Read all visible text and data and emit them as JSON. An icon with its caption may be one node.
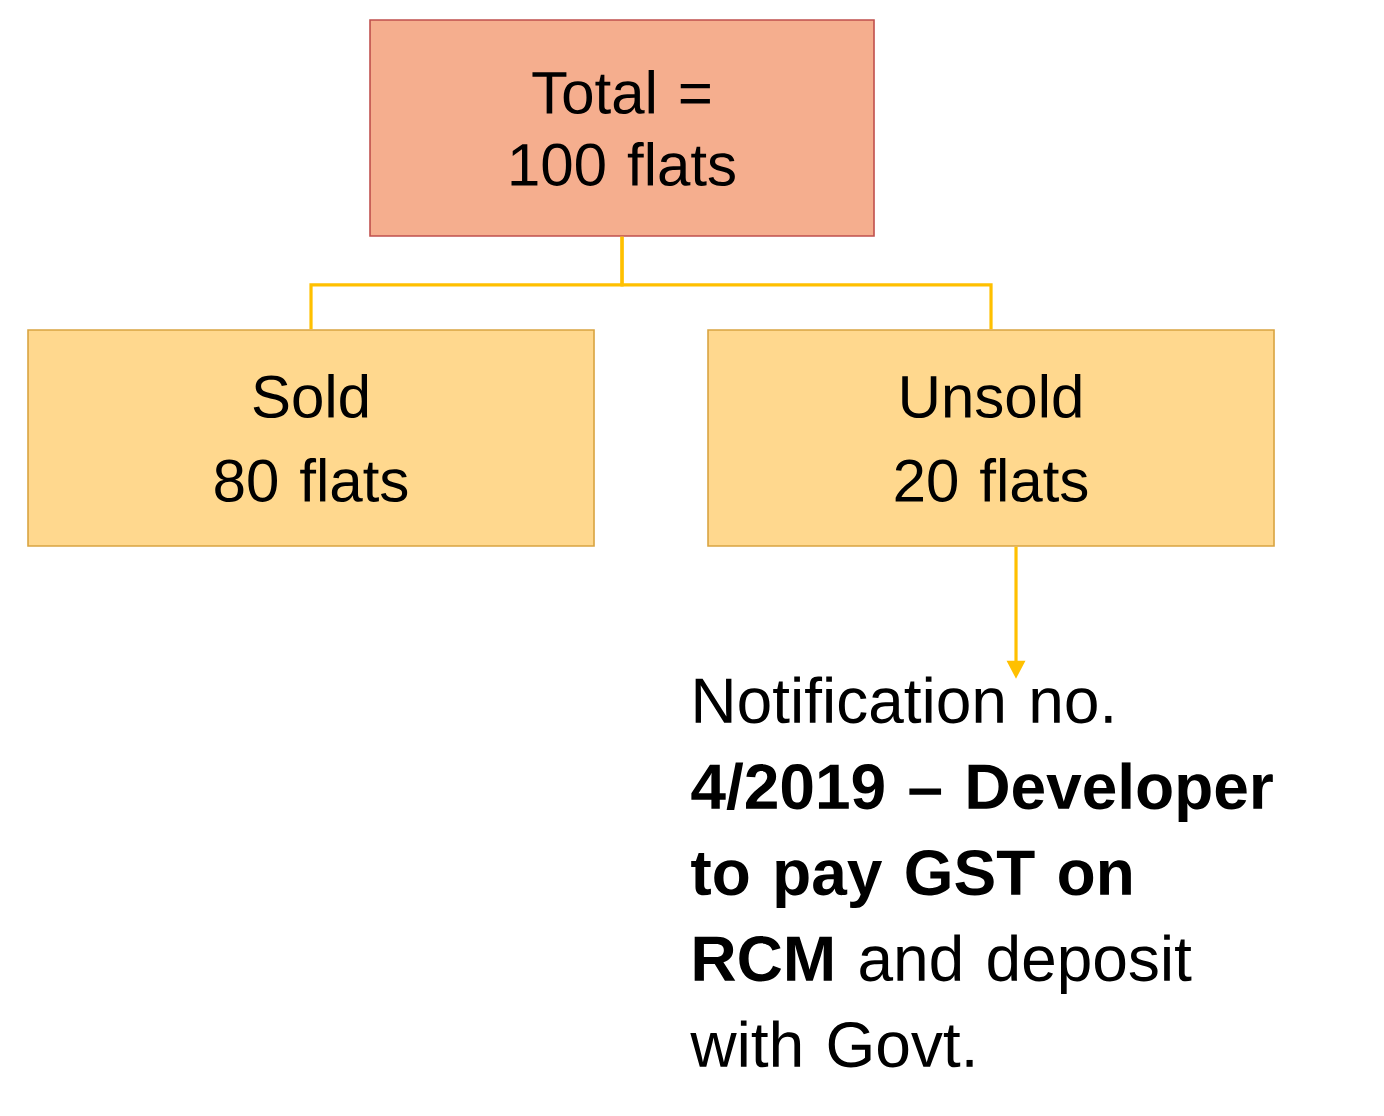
{
  "diagram": {
    "nodes": [
      {
        "text": [
          "Total = 100 flats"
        ]
      },
      {
        "text": [
          "Sold",
          "80 flats"
        ]
      },
      {
        "text": [
          "Unsold",
          "20 flats"
        ]
      },
      {
        "text": [
          "Notification no. **4/2019 – Developer to pay GST on RCM** and deposit with Govt."
        ]
      }
    ],
    "edges": [
      {
        "from": 0,
        "to": 1,
        "arrow": "none"
      },
      {
        "from": 0,
        "to": 2,
        "arrow": "none"
      },
      {
        "from": 2,
        "to": 3,
        "arrow": "to"
      }
    ]
  }
}
